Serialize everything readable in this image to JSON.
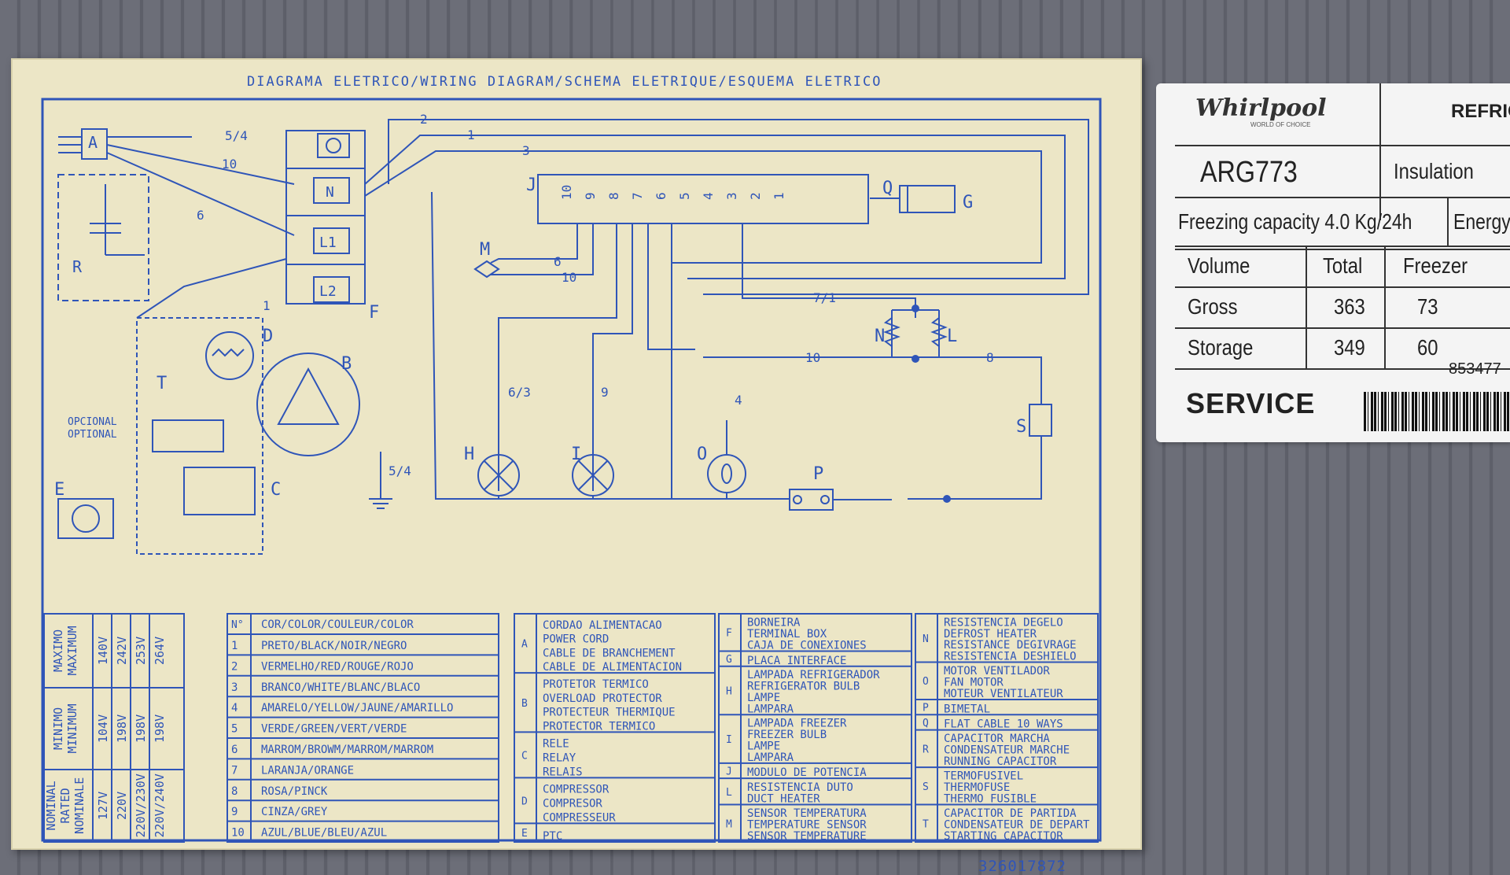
{
  "diagram": {
    "title": "DIAGRAMA ELETRICO/WIRING DIAGRAM/SCHEMA ELETRIQUE/ESQUEMA ELETRICO",
    "part_number": "326017872",
    "component_letters": [
      "A",
      "B",
      "C",
      "D",
      "E",
      "F",
      "G",
      "H",
      "I",
      "J",
      "L",
      "M",
      "N",
      "O",
      "P",
      "Q",
      "R",
      "S",
      "T"
    ],
    "optional_label": [
      "OPCIONAL",
      "OPTIONAL"
    ],
    "terminals": [
      "N",
      "L1",
      "L2"
    ],
    "wire_numbers": [
      "5/4",
      "10",
      "6",
      "2",
      "1",
      "3",
      "6/3",
      "9",
      "4",
      "7/1",
      "8",
      "10",
      "6",
      "10",
      "1",
      "5/4"
    ],
    "connector_pins": [
      "10",
      "9",
      "8",
      "7",
      "6",
      "5",
      "4",
      "3",
      "2",
      "1"
    ]
  },
  "voltage_table": {
    "headers": [
      "MAXIMO\nMAXIMUM",
      "MINIMO\nMINIMUM",
      "NOMINAL\nRATED\nNOMINALE"
    ],
    "maximum": [
      "140V",
      "242V",
      "253V",
      "264V"
    ],
    "minimum": [
      "104V",
      "198V",
      "198V",
      "198V"
    ],
    "nominal": [
      "127V",
      "220V",
      "220V/230V",
      "220V/240V"
    ]
  },
  "color_table": {
    "header_no": "N°",
    "header": "COR/COLOR/COULEUR/COLOR",
    "rows": [
      {
        "n": "1",
        "label": "PRETO/BLACK/NOIR/NEGRO"
      },
      {
        "n": "2",
        "label": "VERMELHO/RED/ROUGE/ROJO"
      },
      {
        "n": "3",
        "label": "BRANCO/WHITE/BLANC/BLACO"
      },
      {
        "n": "4",
        "label": "AMARELO/YELLOW/JAUNE/AMARILLO"
      },
      {
        "n": "5",
        "label": "VERDE/GREEN/VERT/VERDE"
      },
      {
        "n": "6",
        "label": "MARROM/BROWM/MARROM/MARROM"
      },
      {
        "n": "7",
        "label": "LARANJA/ORANGE"
      },
      {
        "n": "8",
        "label": "ROSA/PINCK"
      },
      {
        "n": "9",
        "label": "CINZA/GREY"
      },
      {
        "n": "10",
        "label": "AZUL/BLUE/BLEU/AZUL"
      }
    ]
  },
  "legend_a": [
    {
      "k": "A",
      "lines": [
        "CORDAO ALIMENTACAO",
        "POWER CORD",
        "CABLE DE BRANCHEMENT",
        "CABLE DE ALIMENTACION"
      ]
    },
    {
      "k": "B",
      "lines": [
        "PROTETOR TERMICO",
        "OVERLOAD PROTECTOR",
        "PROTECTEUR THERMIQUE",
        "PROTECTOR TERMICO"
      ]
    },
    {
      "k": "C",
      "lines": [
        "RELE",
        "RELAY",
        "RELAIS"
      ]
    },
    {
      "k": "D",
      "lines": [
        "COMPRESSOR",
        "COMPRESOR",
        "COMPRESSEUR"
      ]
    },
    {
      "k": "E",
      "lines": [
        "PTC"
      ]
    }
  ],
  "legend_b": [
    {
      "k": "F",
      "lines": [
        "BORNEIRA",
        "TERMINAL BOX",
        "CAJA DE CONEXIONES"
      ]
    },
    {
      "k": "G",
      "lines": [
        "PLACA INTERFACE"
      ]
    },
    {
      "k": "H",
      "lines": [
        "LAMPADA REFRIGERADOR",
        "REFRIGERATOR BULB",
        "LAMPE",
        "LAMPARA"
      ]
    },
    {
      "k": "I",
      "lines": [
        "LAMPADA FREEZER",
        "FREEZER BULB",
        "LAMPE",
        "LAMPARA"
      ]
    },
    {
      "k": "J",
      "lines": [
        "MODULO DE POTENCIA"
      ]
    },
    {
      "k": "L",
      "lines": [
        "RESISTENCIA DUTO",
        "DUCT HEATER"
      ]
    },
    {
      "k": "M",
      "lines": [
        "SENSOR TEMPERATURA",
        "TEMPERATURE SENSOR",
        "SENSOR TEMPERATURE"
      ]
    }
  ],
  "legend_c": [
    {
      "k": "N",
      "lines": [
        "RESISTENCIA DEGELO",
        "DEFROST HEATER",
        "RESISTANCE DEGIVRAGE",
        "RESISTENCIA DESHIELO"
      ]
    },
    {
      "k": "O",
      "lines": [
        "MOTOR VENTILADOR",
        "FAN MOTOR",
        "MOTEUR VENTILATEUR"
      ]
    },
    {
      "k": "P",
      "lines": [
        "BIMETAL"
      ]
    },
    {
      "k": "Q",
      "lines": [
        "FLAT CABLE 10 WAYS"
      ]
    },
    {
      "k": "R",
      "lines": [
        "CAPACITOR MARCHA",
        "CONDENSATEUR MARCHE",
        "RUNNING CAPACITOR"
      ]
    },
    {
      "k": "S",
      "lines": [
        "TERMOFUSIVEL",
        "THERMOFUSE",
        "THERMO FUSIBLE"
      ]
    },
    {
      "k": "T",
      "lines": [
        "CAPACITOR DE PARTIDA",
        "CONDENSATEUR DE DEPART",
        "STARTING CAPACITOR"
      ]
    }
  ],
  "label": {
    "brand": "Whirlpool",
    "brand_sub": "WORLD OF CHOICE",
    "category": "REFRIG",
    "model": "ARG773",
    "insulation": "Insulation",
    "freezing": "Freezing capacity 4.0 Kg/24h",
    "energy": "Energy",
    "volume_header": [
      "Volume",
      "Total",
      "Freezer"
    ],
    "gross": [
      "Gross",
      "363",
      "73"
    ],
    "storage": [
      "Storage",
      "349",
      "60"
    ],
    "serial": "853477",
    "service": "SERVICE"
  },
  "colors": {
    "ink": "#2f55b8",
    "paper": "#ece6c6",
    "background": "#666872"
  }
}
